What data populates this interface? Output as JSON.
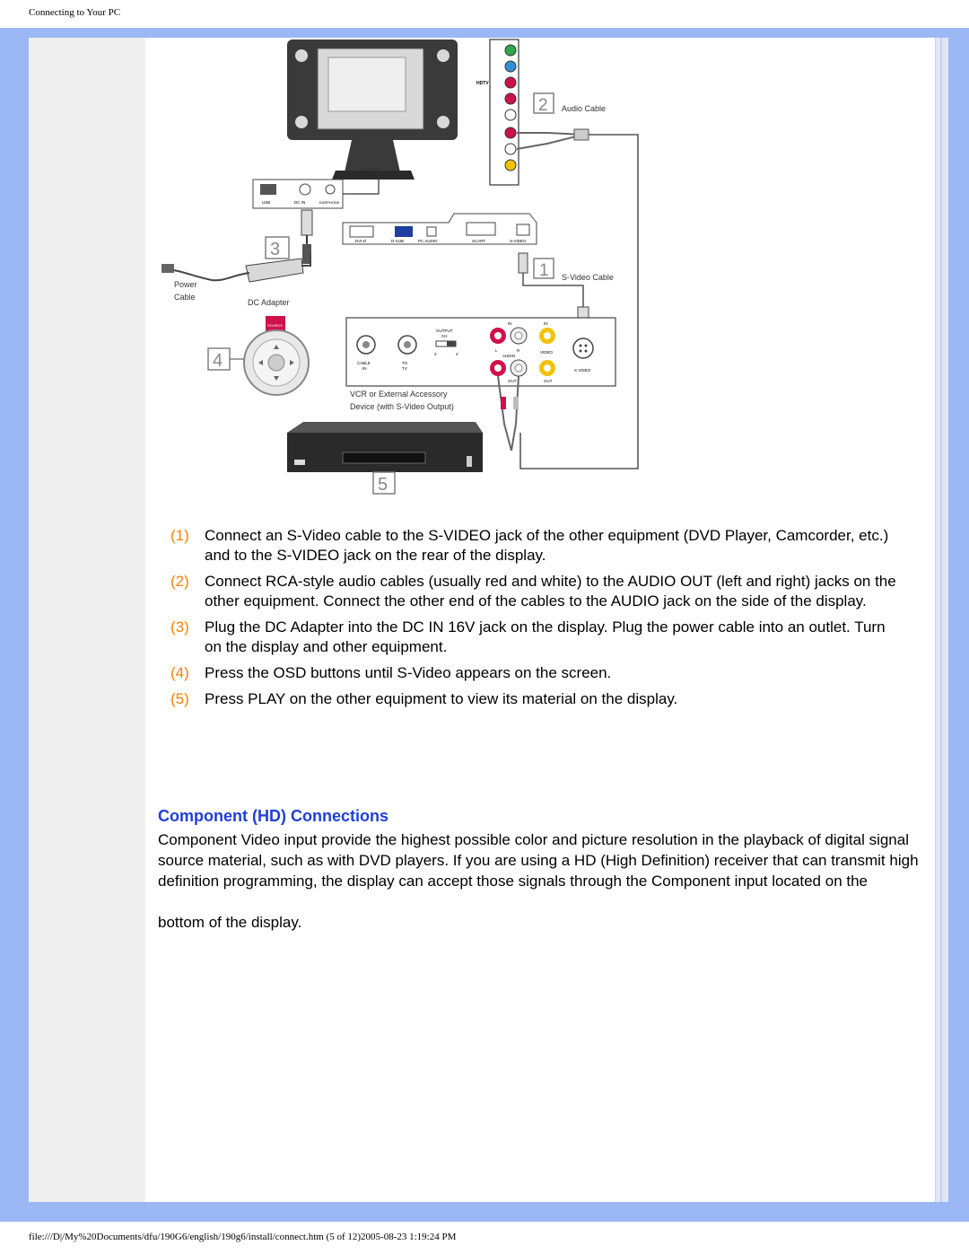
{
  "header": {
    "title": "Connecting to Your PC"
  },
  "figure": {
    "labels": {
      "hdtv": "HDTV",
      "audio_cable": "Audio Cable",
      "svideo_cable": "S-Video Cable",
      "power_cable_l1": "Power",
      "power_cable_l2": "Cable",
      "dc_adapter": "DC Adapter",
      "output": "OUTPUT",
      "ch": "CH",
      "ch_3": "3",
      "ch_4": "4",
      "cable_in_l1": "CABLE",
      "cable_in_l2": "IN",
      "to_tv_l1": "TO",
      "to_tv_l2": "TV",
      "in_1": "IN",
      "in_2": "IN",
      "l": "L",
      "r": "R",
      "audio": "AUDIO",
      "video": "VIDEO",
      "svideo": "S VIDEO",
      "out_1": "OUT",
      "out_2": "OUT",
      "vcr_l1": "VCR or External Accessory",
      "vcr_l2": "Device (with S-Video Output)",
      "dvi_d": "DVI-D",
      "dsub": "D-SUB",
      "pc_audio": "PC AUDIO",
      "scart": "SCART",
      "s_video_port": "S-VIDEO",
      "usb": "USB",
      "dc_in": "DC IN",
      "earphone": "EARPHONE",
      "source": "SOURCE",
      "step1": "1",
      "step2": "2",
      "step3": "3",
      "step4": "4",
      "step5": "5"
    }
  },
  "steps": [
    {
      "num": "(1)",
      "text": "Connect an S-Video cable to the S-VIDEO jack of the other equipment (DVD Player, Camcorder, etc.) and to the S-VIDEO jack on the rear of the display."
    },
    {
      "num": "(2)",
      "text": "Connect RCA-style audio cables (usually red and white) to the AUDIO OUT (left and right) jacks on the other equipment. Connect the other end of the cables to the AUDIO jack on the side of the display."
    },
    {
      "num": "(3)",
      "text": "Plug the DC Adapter into the DC IN 16V jack on the display. Plug the power cable into an outlet. Turn on the display and other equipment."
    },
    {
      "num": "(4)",
      "text": "Press the OSD buttons until S-Video appears on the screen."
    },
    {
      "num": "(5)",
      "text": "Press PLAY on the other equipment to view its material on the display."
    }
  ],
  "section": {
    "title": "Component (HD) Connections",
    "paragraph": "Component Video input provide the highest possible color and picture resolution in the playback of digital signal source material, such as with DVD players. If you are using a HD (High Definition) receiver that can transmit high definition programming, the display can accept those signals through the Component input located on the",
    "paragraph_cont": "bottom of the display."
  },
  "footer": {
    "path": "file:///D|/My%20Documents/dfu/190G6/english/190g6/install/connect.htm (5 of 12)2005-08-23 1:19:24 PM"
  },
  "colors": {
    "frame": "#9bb8f4",
    "accent_number": "#ff7f00",
    "heading": "#1f3fd8",
    "jack_red": "#d0104a",
    "jack_yellow": "#f2c200",
    "jack_green": "#2ea84a",
    "jack_blue": "#2f8fd8"
  }
}
